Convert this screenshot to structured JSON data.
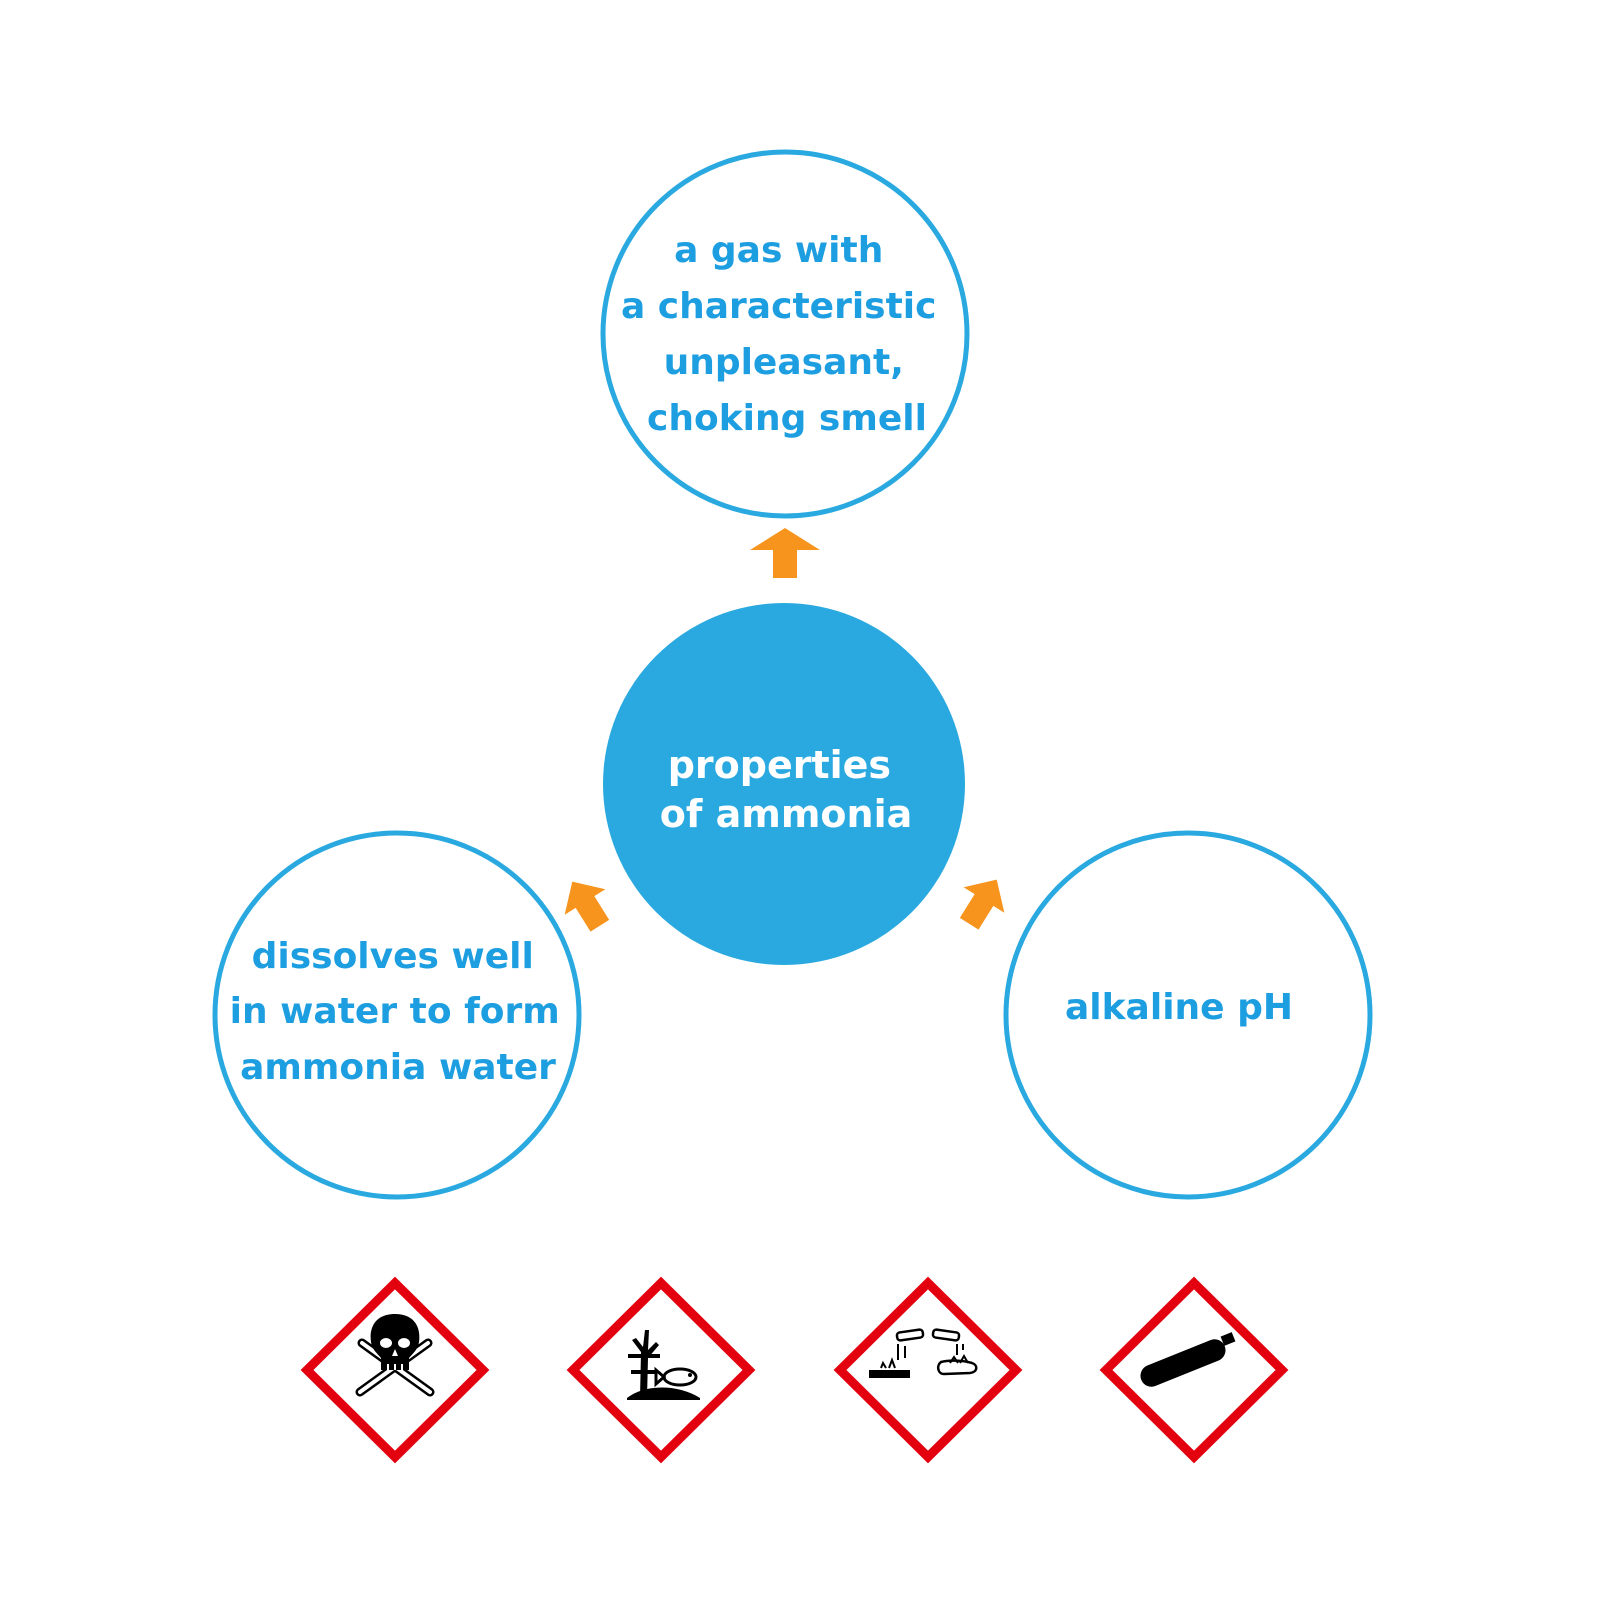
{
  "colors": {
    "accent_blue": "#2aa9e0",
    "text_blue": "#1d9ee0",
    "arrow_orange": "#f7941d",
    "hazard_red": "#e3000f",
    "white": "#ffffff",
    "black": "#000000"
  },
  "center": {
    "lines": [
      "properties",
      "of ammonia"
    ]
  },
  "properties": {
    "top": {
      "lines": [
        "a gas with",
        "a characteristic",
        "unpleasant,",
        "choking smell"
      ]
    },
    "left": {
      "lines": [
        "dissolves well",
        "in water to form",
        "ammonia water"
      ]
    },
    "right": {
      "lines": [
        "alkaline pH"
      ]
    }
  },
  "pictograms": [
    {
      "icon": "skull-crossbones-icon"
    },
    {
      "icon": "environment-dead-tree-fish-icon"
    },
    {
      "icon": "corrosion-icon"
    },
    {
      "icon": "gas-cylinder-icon"
    }
  ]
}
